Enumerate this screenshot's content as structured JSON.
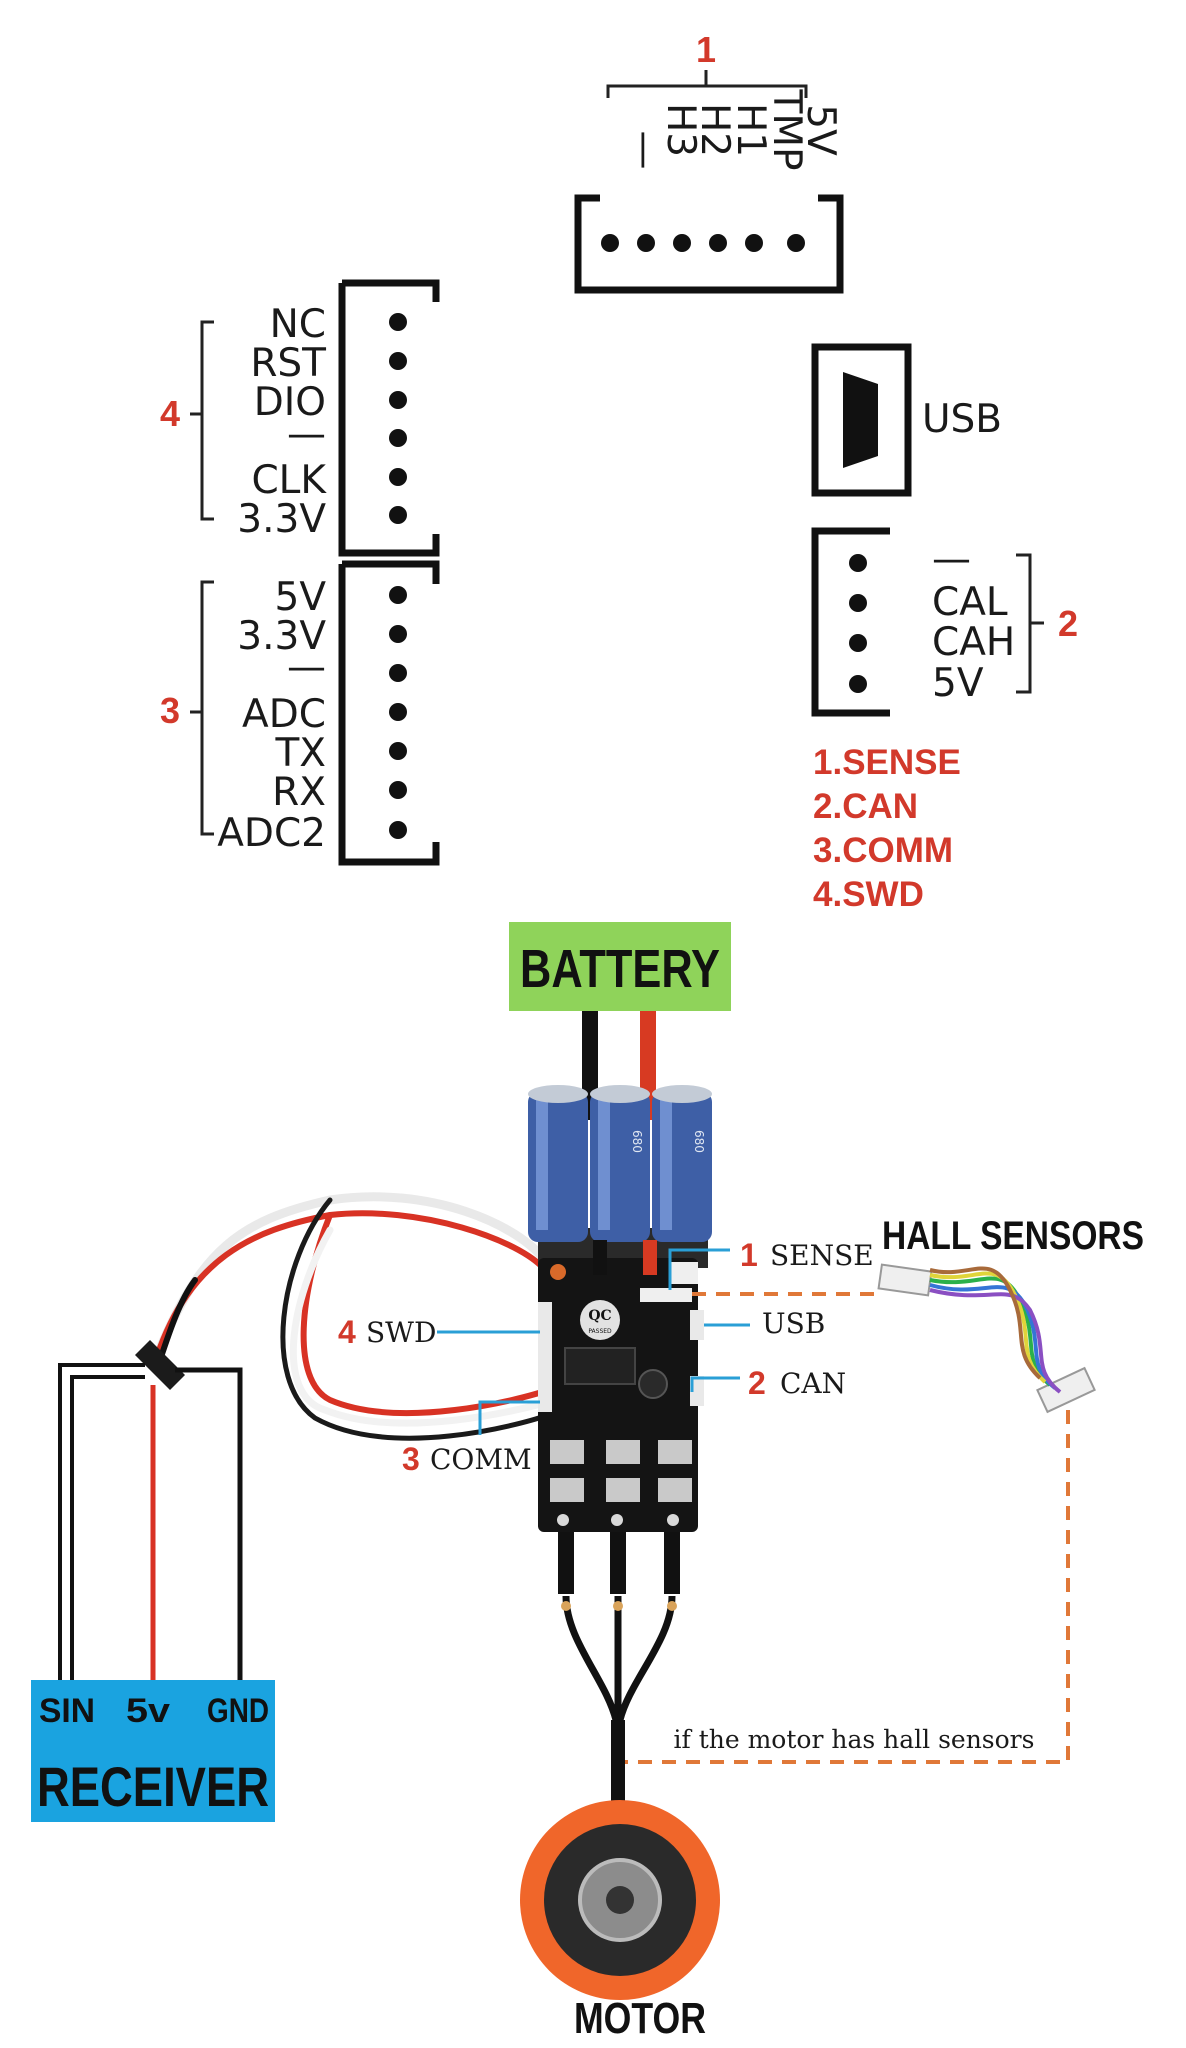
{
  "connectors": {
    "sense": {
      "number": "1",
      "pins": [
        "5V",
        "TMP",
        "H1",
        "H2",
        "H3",
        "—"
      ]
    },
    "usb": {
      "label": "USB"
    },
    "can": {
      "number": "2",
      "pins": [
        "—",
        "CAL",
        "CAH",
        "5V"
      ]
    },
    "swd": {
      "number": "4",
      "pins": [
        "NC",
        "RST",
        "DIO",
        "—",
        "CLK",
        "3.3V"
      ]
    },
    "comm": {
      "number": "3",
      "pins": [
        "5V",
        "3.3V",
        "—",
        "ADC",
        "TX",
        "RX",
        "ADC2"
      ]
    }
  },
  "legend": [
    "1.SENSE",
    "2.CAN",
    "3.COMM",
    "4.SWD"
  ],
  "wiring": {
    "battery_label": "BATTERY",
    "hall_sensors_label": "HALL SENSORS",
    "motor_label": "MOTOR",
    "receiver": {
      "title": "RECEIVER",
      "pins": [
        "SIN",
        "5v",
        "GND"
      ]
    },
    "hall_note": "if the motor has hall sensors",
    "callouts": {
      "sense": {
        "num": "1",
        "label": "SENSE"
      },
      "usb": {
        "label": "USB"
      },
      "can": {
        "num": "2",
        "label": "CAN"
      },
      "swd": {
        "num": "4",
        "label": "SWD"
      },
      "comm": {
        "num": "3",
        "label": "COMM"
      }
    },
    "capacitor_text": "680",
    "qc_badge": {
      "top": "QC",
      "bottom": "PASSED"
    }
  },
  "colors": {
    "accent_red": "#d2392b",
    "battery_green": "#8fd35a",
    "receiver_blue": "#1aa3e0",
    "callout_blue": "#2a9fd6",
    "hall_dashed": "#e07838",
    "motor_orange": "#f0662a"
  }
}
